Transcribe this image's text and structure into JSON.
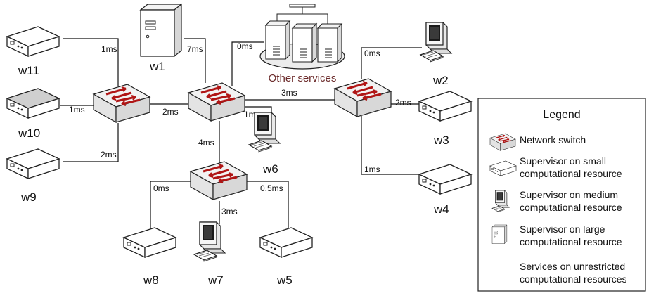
{
  "diagram": {
    "nodes": {
      "w1": "w1",
      "w2": "w2",
      "w3": "w3",
      "w4": "w4",
      "w5": "w5",
      "w6": "w6",
      "w7": "w7",
      "w8": "w8",
      "w9": "w9",
      "w10": "w10",
      "w11": "w11"
    },
    "other_services": "Other services",
    "latencies": {
      "w11": "1ms",
      "w10": "1ms",
      "w9": "2ms",
      "s1_center": "2ms",
      "w1": "7ms",
      "services": "0ms",
      "center_right": "3ms",
      "w2": "0ms",
      "w3": "2ms",
      "w4": "1ms",
      "w6": "1ms",
      "center_bottom": "4ms",
      "w8": "0ms",
      "w7": "3ms",
      "w5": "0.5ms"
    },
    "legend": {
      "title": "Legend",
      "switch": "Network switch",
      "small_1": "Supervisor on small",
      "small_2": "computational resource",
      "medium_1": "Supervisor on medium",
      "medium_2": "computational resource",
      "large_1": "Supervisor on large",
      "large_2": "computational resource",
      "services_1": "Services on unrestricted",
      "services_2": "computational resources"
    }
  }
}
